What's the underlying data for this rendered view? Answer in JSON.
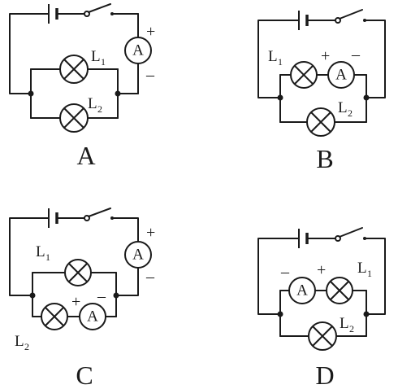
{
  "symbols": {
    "ammeter": "A",
    "plus": "+",
    "minus": "–"
  },
  "lamps": {
    "l1": {
      "main": "L",
      "sub": "1"
    },
    "l2": {
      "main": "L",
      "sub": "2"
    }
  },
  "options": {
    "a": "A",
    "b": "B",
    "c": "C",
    "d": "D"
  }
}
